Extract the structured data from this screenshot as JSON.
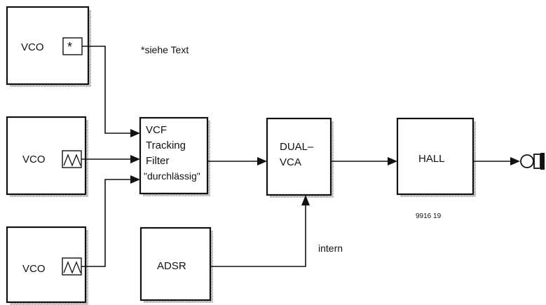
{
  "blocks": {
    "vco_top": {
      "label": "VCO",
      "icon": "asterisk-icon",
      "icon_text": "*"
    },
    "vco_mid": {
      "label": "VCO",
      "icon": "triangle-wave-icon"
    },
    "vco_bot": {
      "label": "VCO",
      "icon": "triangle-wave-icon"
    },
    "vcf": {
      "lines": [
        "VCF",
        "Tracking",
        "Filter",
        "\"durchlässig\""
      ]
    },
    "vca": {
      "lines": [
        "DUAL–",
        "VCA"
      ]
    },
    "hall": {
      "label": "HALL"
    },
    "adsr": {
      "label": "ADSR"
    }
  },
  "note": "*siehe Text",
  "figure_number": "9916 19",
  "intern_label": "intern",
  "output": {
    "icon": "output-jack-icon"
  }
}
